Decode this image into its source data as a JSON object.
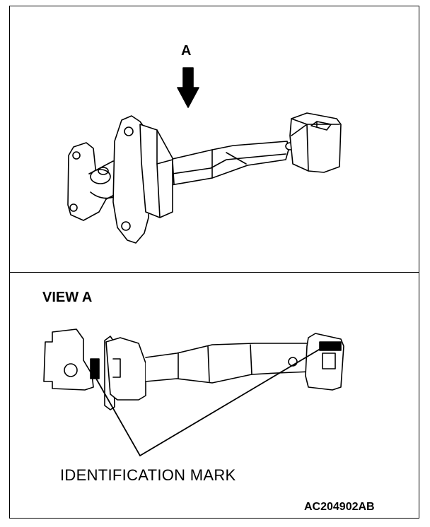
{
  "labels": {
    "view_arrow": "A",
    "view_title": "VIEW A",
    "callout": "IDENTIFICATION MARK",
    "figure_code": "AC204902AB"
  }
}
